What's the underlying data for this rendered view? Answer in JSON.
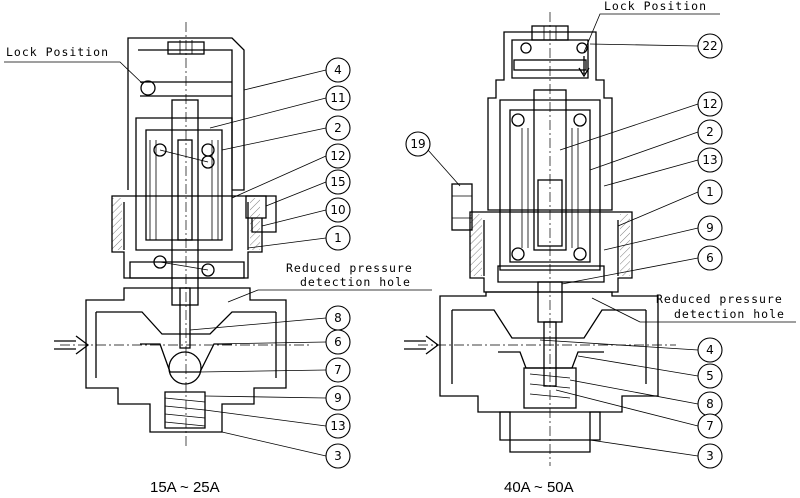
{
  "left_view": {
    "caption": "15A ~ 25A",
    "lock_label": "Lock Position",
    "reduced_label_line1": "Reduced pressure",
    "reduced_label_line2": "detection hole",
    "parts": [
      "4",
      "11",
      "2",
      "12",
      "15",
      "10",
      "1",
      "8",
      "6",
      "7",
      "9",
      "13",
      "3"
    ]
  },
  "right_view": {
    "caption": "40A ~ 50A",
    "lock_label": "Lock Position",
    "reduced_label_line1": "Reduced pressure",
    "reduced_label_line2": "detection hole",
    "parts": [
      "22",
      "12",
      "2",
      "13",
      "1",
      "9",
      "6",
      "4",
      "5",
      "8",
      "7",
      "3"
    ],
    "part_19": "19"
  }
}
